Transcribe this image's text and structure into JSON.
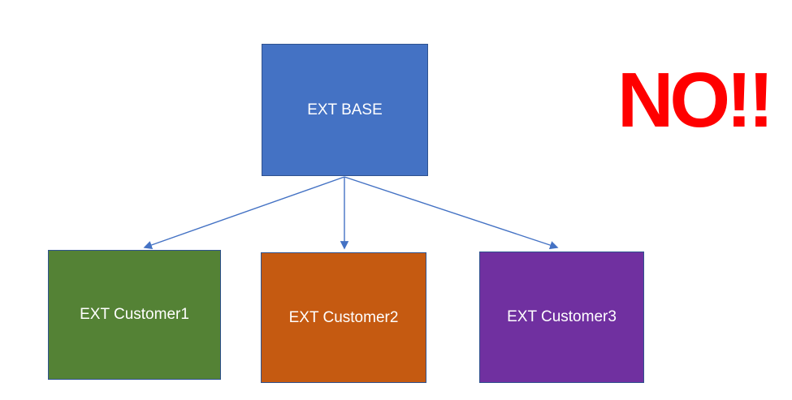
{
  "diagram": {
    "background": "#FFFFFF",
    "connector_color": "#4472C4",
    "node_border_color": "#2F528F",
    "node_text_color": "#FFFFFF",
    "nodes": [
      {
        "id": "ext-base",
        "label": "EXT BASE",
        "fill": "#4472C4",
        "border": "#2F528F",
        "text_color": "#FFFFFF"
      },
      {
        "id": "ext-customer1",
        "label": "EXT Customer1",
        "fill": "#548235",
        "border": "#2F528F",
        "text_color": "#FFFFFF"
      },
      {
        "id": "ext-customer2",
        "label": "EXT Customer2",
        "fill": "#C55A11",
        "border": "#2F528F",
        "text_color": "#FFFFFF"
      },
      {
        "id": "ext-customer3",
        "label": "EXT Customer3",
        "fill": "#7030A0",
        "border": "#2F528F",
        "text_color": "#FFFFFF"
      }
    ],
    "edges": [
      {
        "from": "ext-base",
        "to": "ext-customer1",
        "style": "straight-arrow"
      },
      {
        "from": "ext-base",
        "to": "ext-customer2",
        "style": "straight-arrow"
      },
      {
        "from": "ext-base",
        "to": "ext-customer3",
        "style": "straight-arrow"
      }
    ],
    "annotation": {
      "text": "NO!!",
      "color": "#FF0000"
    }
  }
}
